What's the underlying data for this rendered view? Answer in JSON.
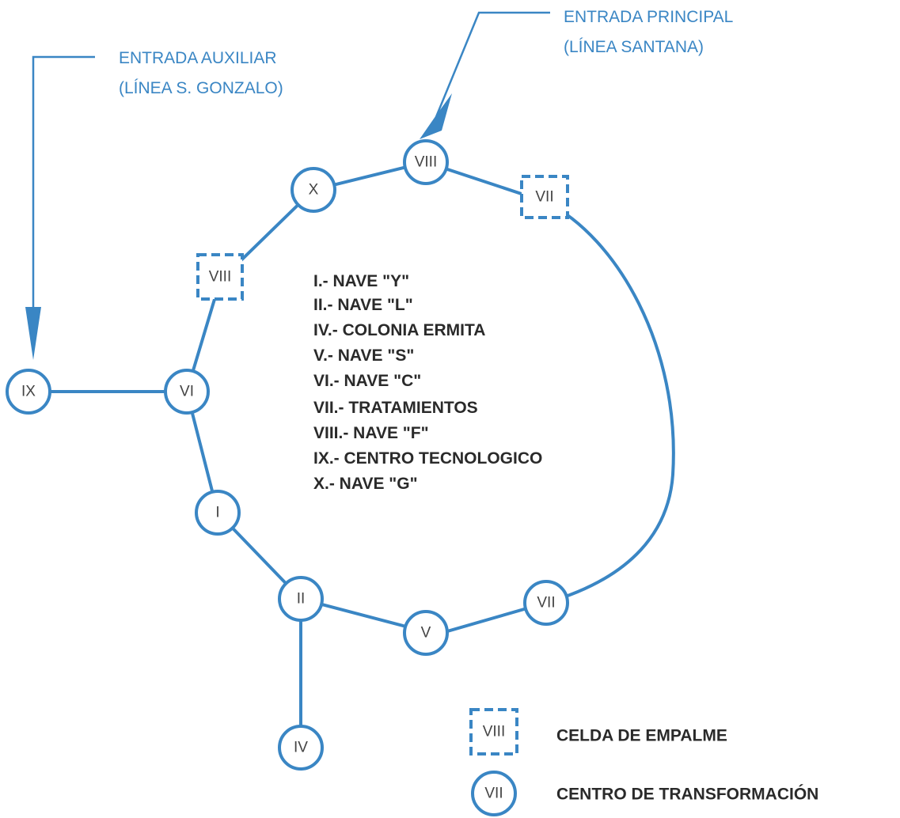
{
  "entries": {
    "principal": {
      "line1": "ENTRADA PRINCIPAL",
      "line2": "(LÍNEA SANTANA)"
    },
    "auxiliar": {
      "line1": "ENTRADA AUXILIAR",
      "line2": "(LÍNEA S. GONZALO)"
    }
  },
  "nodes": {
    "viii_top": "VIII",
    "vii_box_top": "VII",
    "x": "X",
    "viii_box_left": "VIII",
    "vi": "VI",
    "ix": "IX",
    "i": "I",
    "ii": "II",
    "v": "V",
    "vii_bottom": "VII",
    "iv": "IV"
  },
  "list": [
    "I.-  NAVE \"Y\"",
    "II.- NAVE \"L\"",
    "IV.- COLONIA ERMITA",
    "V.- NAVE \"S\"",
    "VI.- NAVE \"C\"",
    "VII.- TRATAMIENTOS",
    "VIII.- NAVE \"F\"",
    "IX.- CENTRO TECNOLOGICO",
    "X.- NAVE \"G\""
  ],
  "legend": {
    "splice_symbol": "VIII",
    "splice_label": "CELDA DE EMPALME",
    "transformer_symbol": "VII",
    "transformer_label": "CENTRO DE TRANSFORMACIÓN"
  },
  "colors": {
    "line": "#3a86c4",
    "text": "#2a2a2a"
  }
}
